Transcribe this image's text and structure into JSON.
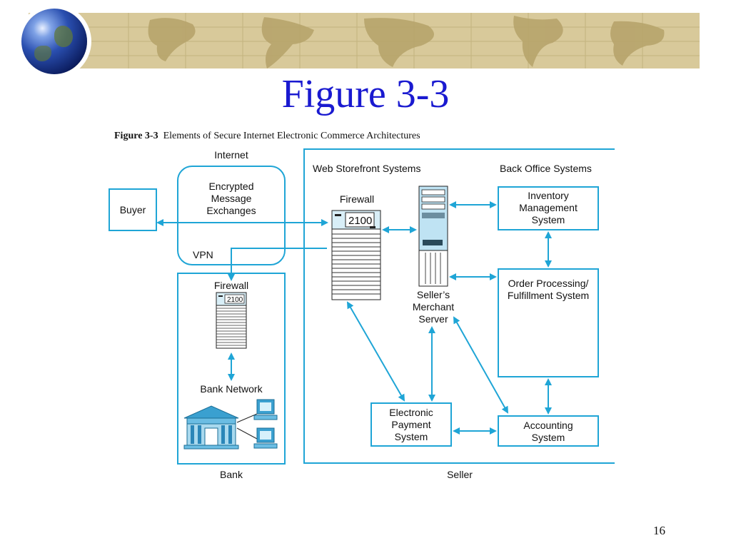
{
  "slide": {
    "title": "Figure 3-3",
    "caption_prefix": "Figure 3-3",
    "caption_text": "Elements of Secure Internet Electronic Commerce Architectures",
    "page_number": "16"
  },
  "diagram": {
    "internet": {
      "label": "Internet",
      "message_lines": [
        "Encrypted",
        "Message",
        "Exchanges"
      ],
      "vpn_label": "VPN"
    },
    "buyer": {
      "label": "Buyer"
    },
    "bank": {
      "label": "Bank",
      "firewall_label": "Firewall",
      "firewall_model": "2100",
      "network_label": "Bank Network"
    },
    "seller": {
      "label": "Seller",
      "web_storefront_label": "Web Storefront Systems",
      "back_office_label": "Back Office Systems",
      "firewall_label": "Firewall",
      "firewall_model": "2100",
      "merchant_server_lines": [
        "Seller’s",
        "Merchant",
        "Server"
      ],
      "inventory_lines": [
        "Inventory",
        "Management",
        "System"
      ],
      "order_lines": [
        "Order Processing/",
        "Fulfillment System"
      ],
      "payment_lines": [
        "Electronic",
        "Payment",
        "System"
      ],
      "accounting_lines": [
        "Accounting",
        "System"
      ]
    }
  },
  "colors": {
    "accent": "#1fa5d6",
    "title": "#1a1ad0",
    "banner": "#d8c99a"
  }
}
